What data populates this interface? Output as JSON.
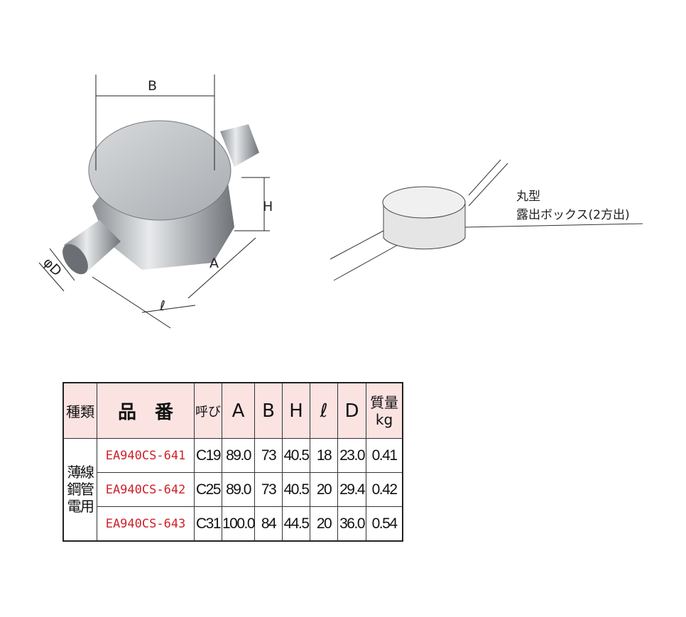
{
  "drawing": {
    "dim_B": "B",
    "dim_H": "H",
    "dim_A": "A",
    "dim_D": "φD",
    "dim_l": "ℓ"
  },
  "diagram": {
    "label_line1": "丸型",
    "label_line2": "露出ボックス(2方出)"
  },
  "table": {
    "headers": [
      "種類",
      "品　番",
      "呼び",
      "A",
      "B",
      "H",
      "ℓ",
      "D",
      "質量\nkg"
    ],
    "kind": "薄線鋼管電用",
    "rows": [
      [
        "EA940CS-641",
        "C19",
        "89.0",
        "73",
        "40.5",
        "18",
        "23.0",
        "0.41"
      ],
      [
        "EA940CS-642",
        "C25",
        "89.0",
        "73",
        "40.5",
        "20",
        "29.4",
        "0.42"
      ],
      [
        "EA940CS-643",
        "C31",
        "100.0",
        "84",
        "44.5",
        "20",
        "36.0",
        "0.54"
      ]
    ]
  },
  "colors": {
    "header_bg": "#fbe3e2",
    "code_red": "#d0202a"
  }
}
